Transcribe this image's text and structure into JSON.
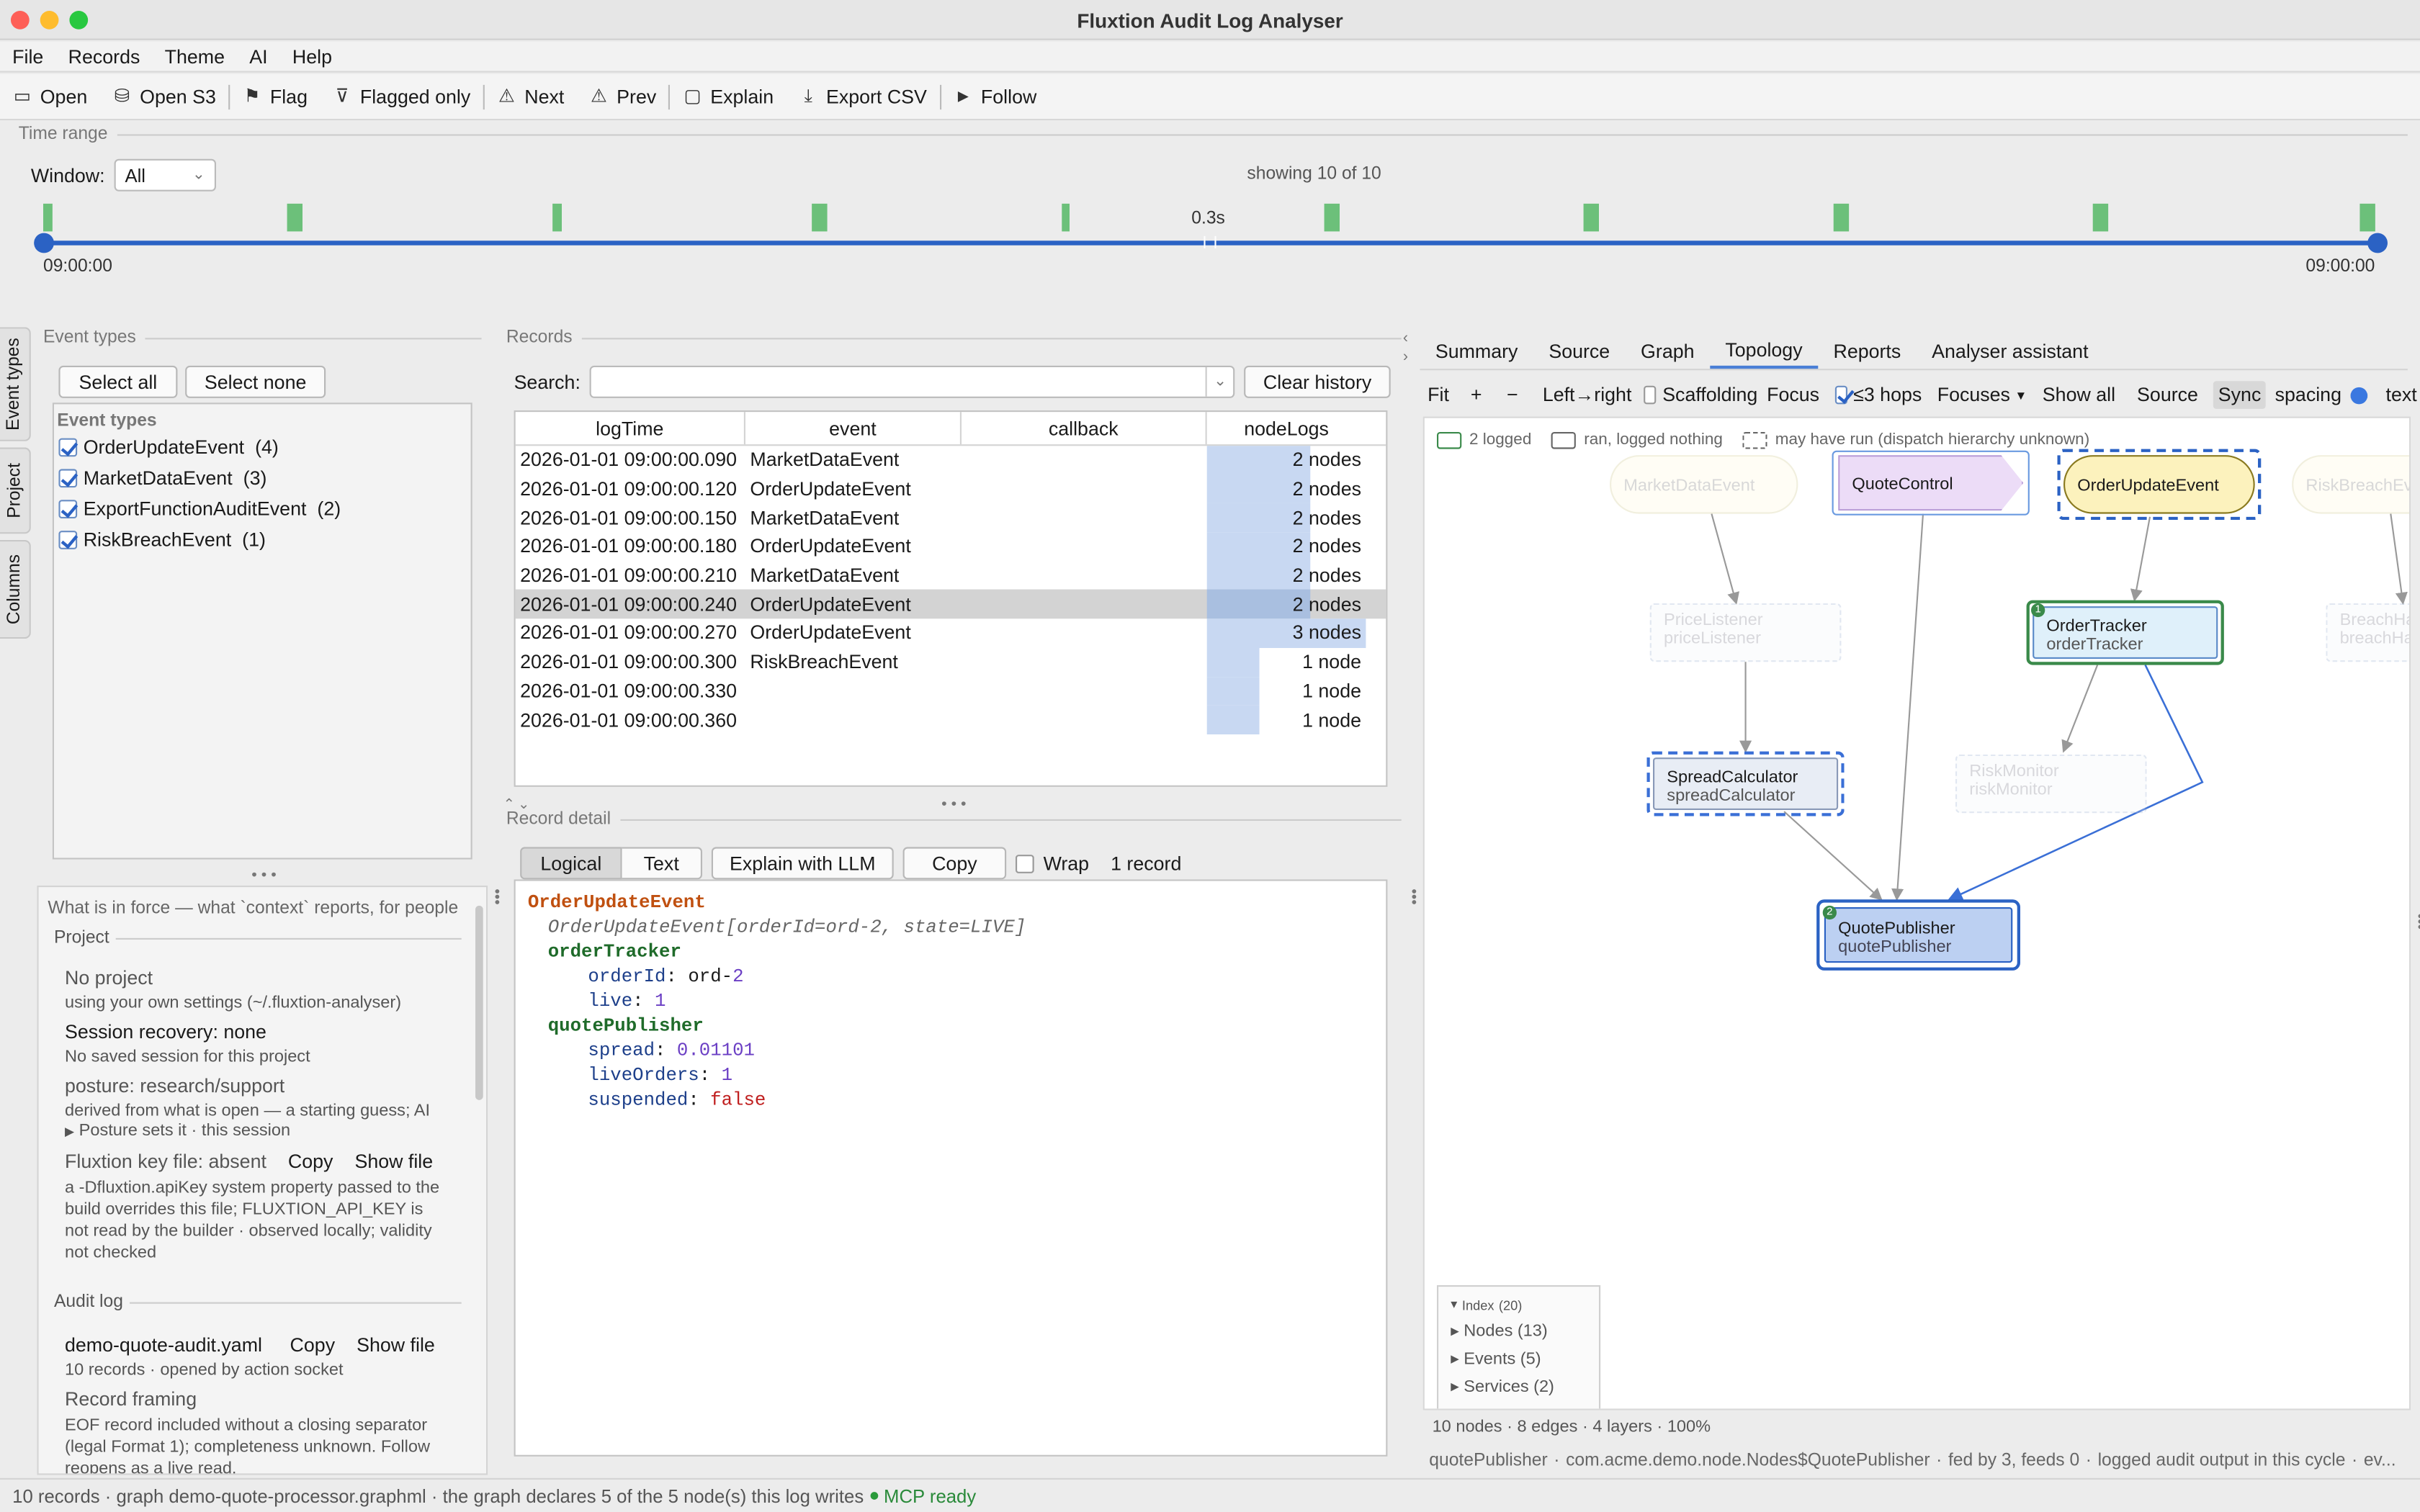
{
  "app": {
    "title": "Fluxtion Audit Log Analyser"
  },
  "menu": [
    "File",
    "Records",
    "Theme",
    "AI",
    "Help"
  ],
  "toolbar": {
    "open": "Open",
    "open_s3": "Open S3",
    "flag": "Flag",
    "flagged_only": "Flagged only",
    "next": "Next",
    "prev": "Prev",
    "explain": "Explain",
    "export_csv": "Export CSV",
    "follow": "Follow"
  },
  "timerange": {
    "label": "Time range",
    "window_label": "Window:",
    "window_value": "All",
    "showing": "showing 10 of 10",
    "duration": "0.3s",
    "start": "09:00:00",
    "end": "09:00:00"
  },
  "event_types": {
    "label": "Event types",
    "select_all": "Select all",
    "select_none": "Select none",
    "header": "Event types",
    "items": [
      {
        "name": "OrderUpdateEvent",
        "count": "(4)"
      },
      {
        "name": "MarketDataEvent",
        "count": "(3)"
      },
      {
        "name": "ExportFunctionAuditEvent",
        "count": "(2)"
      },
      {
        "name": "RiskBreachEvent",
        "count": "(1)"
      }
    ]
  },
  "side_tabs": {
    "event_types": "Event types",
    "project": "Project",
    "columns": "Columns"
  },
  "context": {
    "intro": "What is in force — what `context` reports, for people",
    "project_label": "Project",
    "no_project": "No project",
    "settings": "using your own settings (~/.fluxtion-analyser)",
    "recovery": "Session recovery: none",
    "recovery_sub": "No saved session for this project",
    "posture": "posture: research/support",
    "posture_sub": "derived from what is open — a starting guess; AI",
    "posture_set": "Posture sets it  ·  this session",
    "key_file": "Fluxtion key file: absent",
    "copy": "Copy",
    "show_file": "Show file",
    "key_desc": "a -Dfluxtion.apiKey system property passed to the build overrides this file; FLUXTION_API_KEY is not read by the builder  ·  observed locally; validity not checked",
    "audit_label": "Audit log",
    "audit_file": "demo-quote-audit.yaml",
    "audit_sub": "10 records  ·  opened by action socket",
    "framing": "Record framing",
    "framing_desc": "EOF record included without a closing separator (legal Format 1); completeness unknown. Follow reopens as a live read."
  },
  "records": {
    "label": "Records",
    "search_label": "Search:",
    "search_value": "",
    "clear_history": "Clear history",
    "columns": [
      "logTime",
      "event",
      "callback",
      "nodeLogs"
    ],
    "rows": [
      {
        "time": "2026-01-01 09:00:00.090",
        "event": "MarketDataEvent",
        "callback": "",
        "nodes": "2 nodes",
        "bar": 0.65
      },
      {
        "time": "2026-01-01 09:00:00.120",
        "event": "OrderUpdateEvent",
        "callback": "",
        "nodes": "2 nodes",
        "bar": 0.65
      },
      {
        "time": "2026-01-01 09:00:00.150",
        "event": "MarketDataEvent",
        "callback": "",
        "nodes": "2 nodes",
        "bar": 0.65
      },
      {
        "time": "2026-01-01 09:00:00.180",
        "event": "OrderUpdateEvent",
        "callback": "",
        "nodes": "2 nodes",
        "bar": 0.65
      },
      {
        "time": "2026-01-01 09:00:00.210",
        "event": "MarketDataEvent",
        "callback": "",
        "nodes": "2 nodes",
        "bar": 0.65
      },
      {
        "time": "2026-01-01 09:00:00.240",
        "event": "OrderUpdateEvent",
        "callback": "",
        "nodes": "2 nodes",
        "bar": 0.65
      },
      {
        "time": "2026-01-01 09:00:00.270",
        "event": "OrderUpdateEvent",
        "callback": "",
        "nodes": "3 nodes",
        "bar": 1.0
      },
      {
        "time": "2026-01-01 09:00:00.300",
        "event": "RiskBreachEvent",
        "callback": "",
        "nodes": "1 node",
        "bar": 0.33
      },
      {
        "time": "2026-01-01 09:00:00.330",
        "event": "",
        "callback": "",
        "nodes": "1 node",
        "bar": 0.33
      },
      {
        "time": "2026-01-01 09:00:00.360",
        "event": "",
        "callback": "",
        "nodes": "1 node",
        "bar": 0.33
      }
    ]
  },
  "detail": {
    "label": "Record detail",
    "tabs": [
      "Logical",
      "Text"
    ],
    "explain_llm": "Explain with LLM",
    "copy": "Copy",
    "wrap": "Wrap",
    "count": "1 record",
    "lines": {
      "event": "OrderUpdateEvent",
      "sig": "OrderUpdateEvent[orderId=ord-2, state=LIVE]",
      "node1": "orderTracker",
      "k1": "orderId",
      "v1a": "ord-",
      "v1b": "2",
      "k2": "live",
      "v2": "1",
      "node2": "quotePublisher",
      "k3": "spread",
      "v3": "0.01101",
      "k4": "liveOrders",
      "v4": "1",
      "k5": "suspended",
      "v5": "false"
    }
  },
  "right_tabs": [
    "Summary",
    "Source",
    "Graph",
    "Topology",
    "Reports",
    "Analyser assistant"
  ],
  "topo_toolbar": {
    "fit": "Fit",
    "plus": "+",
    "minus": "−",
    "direction": "Left→right",
    "scaffolding": "Scaffolding",
    "focus": "Focus",
    "hops": "≤3 hops",
    "focuses": "Focuses",
    "show_all": "Show all",
    "source": "Source",
    "sync": "Sync",
    "spacing": "spacing",
    "text": "text"
  },
  "legend": {
    "logged": "2 logged",
    "ran": "ran, logged nothing",
    "may": "may have run (dispatch hierarchy unknown)"
  },
  "nodes": {
    "market": "MarketDataEvent",
    "quote_control": "QuoteControl",
    "order_update": "OrderUpdateEvent",
    "risk_breach": "RiskBreachEve",
    "price_listener": "PriceListener",
    "price_listener_sub": "priceListener",
    "order_tracker": "OrderTracker",
    "order_tracker_sub": "orderTracker",
    "breach": "BreachHand",
    "breach_sub": "breachHand",
    "spread": "SpreadCalculator",
    "spread_sub": "spreadCalculator",
    "risk_monitor": "RiskMonitor",
    "risk_monitor_sub": "riskMonitor",
    "quote_pub": "QuotePublisher",
    "quote_pub_sub": "quotePublisher",
    "badge1": "1",
    "badge2": "2"
  },
  "index": {
    "title": "Index",
    "count": "(20)",
    "nodes": "Nodes",
    "nodes_c": "(13)",
    "events": "Events",
    "events_c": "(5)",
    "services": "Services",
    "services_c": "(2)"
  },
  "graph_stats": "10 nodes · 8 edges · 4 layers · 100%",
  "node_status": {
    "name": "quotePublisher",
    "cls": "com.acme.demo.node.Nodes$QuotePublisher",
    "fed": "fed by 3, feeds 0",
    "logged": "logged audit output in this cycle",
    "more": "ev..."
  },
  "status": {
    "text": "10 records · graph demo-quote-processor.graphml · the graph declares 5 of the 5 node(s) this log writes",
    "mcp": "MCP ready"
  }
}
